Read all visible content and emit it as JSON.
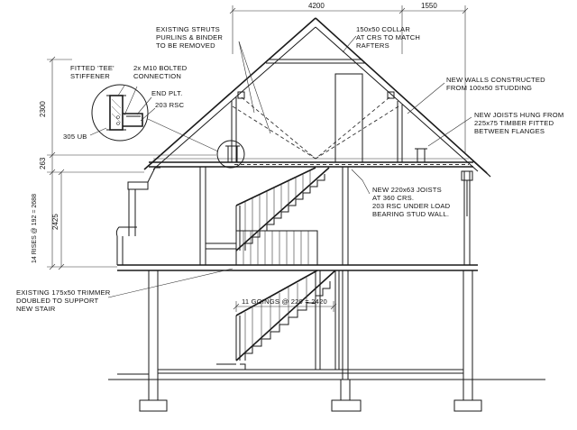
{
  "dimensions": {
    "width_left": "4200",
    "width_right": "1550",
    "height_roof": "2300",
    "height_joist": "263",
    "height_floor": "2425",
    "risers": "14 RISES @ 192 = 2688",
    "goings": "11 GOINGS @ 220 = 2420"
  },
  "notes": {
    "struts": [
      "EXISTING STRUTS",
      "PURLINS & BINDER",
      "TO BE REMOVED"
    ],
    "collar": [
      "150x50 COLLAR",
      "AT CRS TO MATCH",
      "RAFTERS"
    ],
    "walls": [
      "NEW WALLS CONSTRUCTED",
      "FROM 100x50 STUDDING"
    ],
    "new_joists_hung": [
      "NEW JOISTS HUNG FROM",
      "225x75 TIMBER FITTED",
      "BETWEEN FLANGES"
    ],
    "new_joists": [
      "NEW 220x63 JOISTS",
      "AT 360 CRS.",
      "203 RSC UNDER LOAD",
      "BEARING STUD WALL."
    ],
    "trimmer": [
      "EXISTING 175x50 TRIMMER",
      "DOUBLED TO SUPPORT",
      "NEW STAIR"
    ],
    "tee": [
      "FITTED 'TEE'",
      "STIFFENER"
    ],
    "bolted": [
      "2x M10 BOLTED",
      "CONNECTION"
    ],
    "end_plate": "END PLT.",
    "rsc": "203 RSC",
    "ub": "305 UB"
  }
}
